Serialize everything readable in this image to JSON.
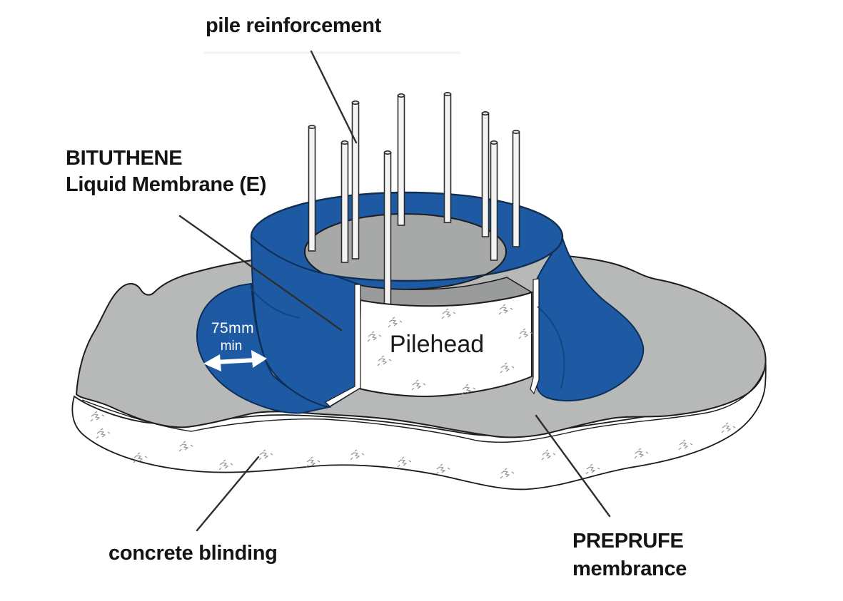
{
  "labels": {
    "pile_reinforcement": "pile reinforcement",
    "bituthene_line1": "BITUTHENE",
    "bituthene_line2": "Liquid Membrane (E)",
    "concrete_blinding": "concrete blinding",
    "preprufe_line1": "PREPRUFE",
    "preprufe_line2": "membrance",
    "pilehead": "Pilehead",
    "dimension_value": "75mm",
    "dimension_qualifier": "min"
  },
  "colors": {
    "membrane_blue": "#1d5aa3",
    "membrane_blue_shade": "#10457c",
    "ground_gray": "#b7b9b8",
    "pilehead_top_gray": "#a7a9a8",
    "rim_gray": "#9a9c9b",
    "blinding_white": "#ffffff",
    "outline_dark": "#1c1c1c",
    "rebar_fill": "#f4f4f4",
    "speckle_gray": "#8f8f8f"
  }
}
